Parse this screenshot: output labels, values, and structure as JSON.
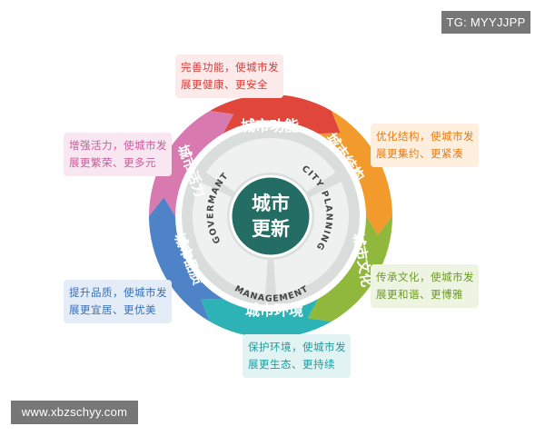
{
  "watermarks": {
    "top_right": "TG: MYYJJPP",
    "bottom_left": "www.xbzschyy.com"
  },
  "diagram": {
    "center": {
      "line1": "城市",
      "line2": "更新"
    },
    "inner_labels": {
      "left": "GOVERMANT",
      "right": "CITY PLANNING",
      "bottom": "MANAGEMENT"
    },
    "segments": [
      {
        "id": "function",
        "label": "城市功能",
        "color": "#e0473a"
      },
      {
        "id": "structure",
        "label": "城市结构",
        "color": "#f39a2d"
      },
      {
        "id": "culture",
        "label": "城市文化",
        "color": "#8fb83d"
      },
      {
        "id": "environment",
        "label": "城市环境",
        "color": "#2db3b6"
      },
      {
        "id": "quality",
        "label": "城市品质",
        "color": "#4f83c7"
      },
      {
        "id": "vitality",
        "label": "城市活力",
        "color": "#d879b0"
      }
    ],
    "callouts": [
      {
        "id": "function",
        "line1": "完善功能，使城市发",
        "line2": "展更健康、更安全",
        "bg": "#fdeaea",
        "text": "#d83a36"
      },
      {
        "id": "structure",
        "line1": "优化结构，使城市发",
        "line2": "展更集约、更紧凑",
        "bg": "#fdeedd",
        "text": "#e47d17"
      },
      {
        "id": "culture",
        "line1": "传承文化，使城市发",
        "line2": "展更和谐、更博雅",
        "bg": "#eef4e2",
        "text": "#6c9b22"
      },
      {
        "id": "environment",
        "line1": "保护环境，使城市发",
        "line2": "展更生态、更持续",
        "bg": "#e2f3f3",
        "text": "#1d9c9e"
      },
      {
        "id": "quality",
        "line1": "提升品质，使城市发",
        "line2": "展更宜居、更优美",
        "bg": "#e3ecf7",
        "text": "#3a6fb6"
      },
      {
        "id": "vitality",
        "line1": "增强活力，使城市发",
        "line2": "展更繁荣、更多元",
        "bg": "#f8e6f0",
        "text": "#c95c9b"
      }
    ],
    "colors": {
      "inner_disc": "#d9dedc",
      "inner_sector": "#eef1ef",
      "center_disc": "#236d64",
      "inner_text": "#444444"
    }
  }
}
